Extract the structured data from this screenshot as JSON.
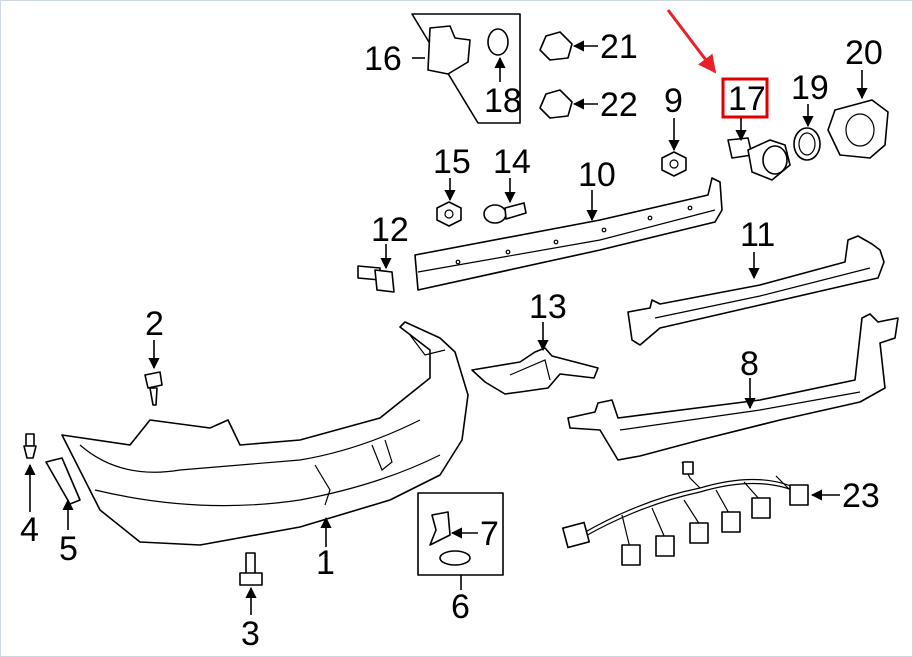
{
  "diagram": {
    "highlight_color": "#e00000",
    "callouts": {
      "c1": "1",
      "c2": "2",
      "c3": "3",
      "c4": "4",
      "c5": "5",
      "c6": "6",
      "c7": "7",
      "c8": "8",
      "c9": "9",
      "c10": "10",
      "c11": "11",
      "c12": "12",
      "c13": "13",
      "c14": "14",
      "c15": "15",
      "c16": "16",
      "c17": "17",
      "c18": "18",
      "c19": "19",
      "c20": "20",
      "c21": "21",
      "c22": "22",
      "c23": "23"
    },
    "highlighted_part": "17"
  }
}
